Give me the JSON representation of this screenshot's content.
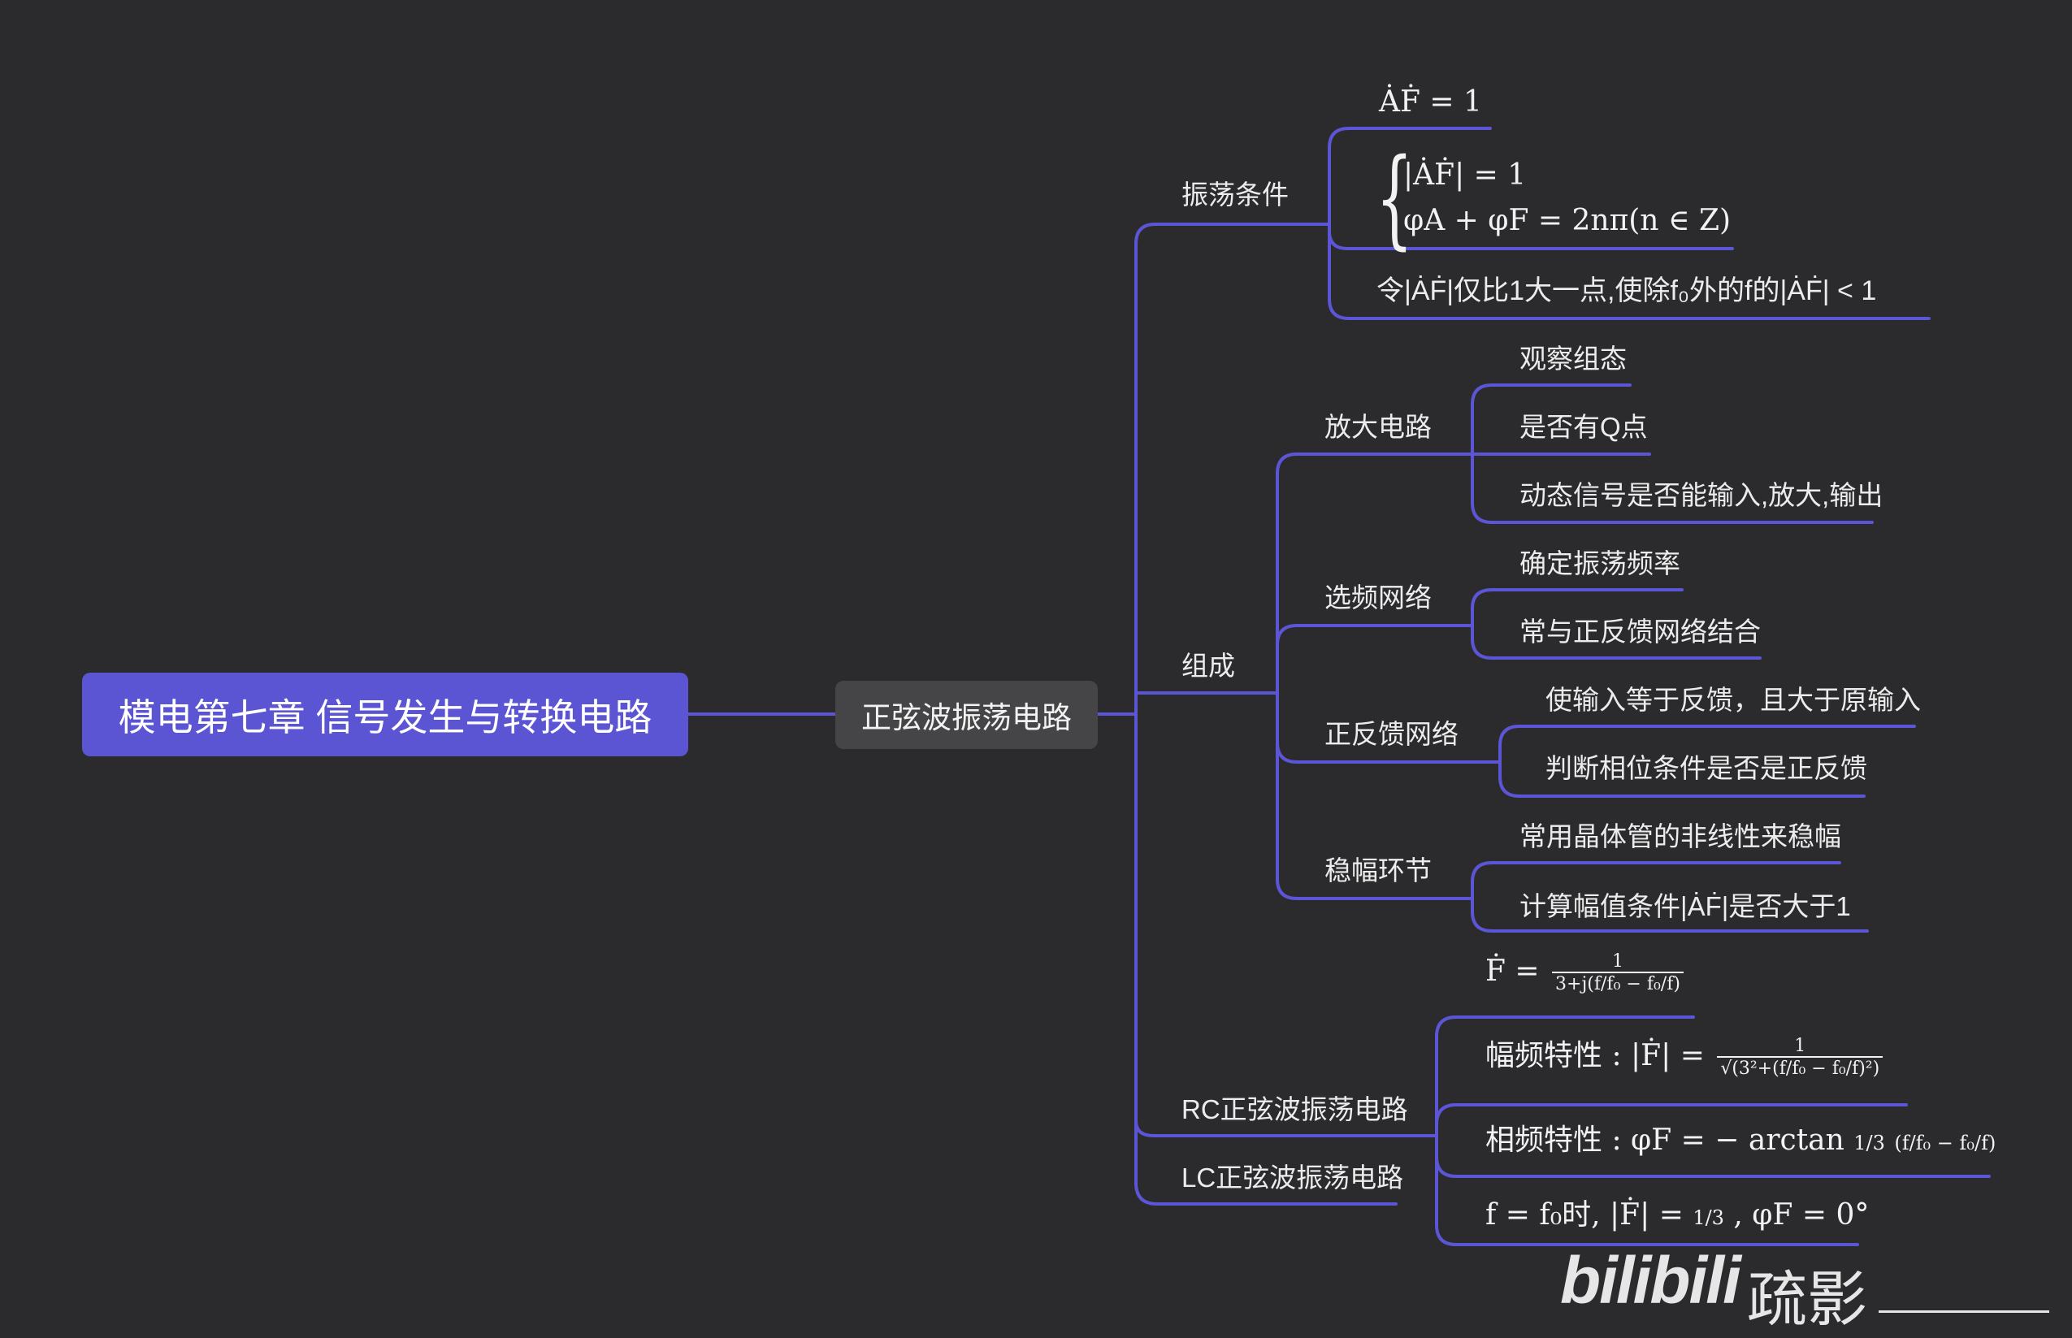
{
  "root": {
    "label": "模电第七章 信号发生与转换电路"
  },
  "main": {
    "label": "正弦波振荡电路"
  },
  "osc": {
    "label": "振荡条件",
    "eq1": "ȦḞ = 1",
    "eq2a": "|ȦḞ| = 1",
    "eq2b": "φA + φF = 2nπ(n ∈ Z)",
    "eq3": "令|ȦḞ|仅比1大一点,使除f₀外的f的|ȦḞ| < 1"
  },
  "comp": {
    "label": "组成",
    "amp": {
      "label": "放大电路",
      "items": [
        "观察组态",
        "是否有Q点",
        "动态信号是否能输入,放大,输出"
      ]
    },
    "sel": {
      "label": "选频网络",
      "items": [
        "确定振荡频率",
        "常与正反馈网络结合"
      ]
    },
    "pos": {
      "label": "正反馈网络",
      "items": [
        "使输入等于反馈，且大于原输入",
        "判断相位条件是否是正反馈"
      ]
    },
    "stab": {
      "label": "稳幅环节",
      "items": [
        "常用晶体管的非线性来稳幅",
        "计算幅值条件|ȦḞ|是否大于1"
      ]
    }
  },
  "rc": {
    "label": "RC正弦波振荡电路",
    "f_lhs": "Ḟ =",
    "f_num": "1",
    "f_den": "3+j(f/f₀ − f₀/f)",
    "mag_text": "幅频特性 : |Ḟ| =",
    "mag_num": "1",
    "mag_den": "√(3²+(f/f₀ − f₀/f)²)",
    "phase_text": "相频特性 : φF = − arctan",
    "phase_frac": "1/3",
    "phase_tail": "(f/f₀ − f₀/f)",
    "cond_a": "f = f₀时,",
    "cond_b": "|Ḟ| =",
    "cond_frac": "1/3",
    "cond_c": ", φF = 0°"
  },
  "lc": {
    "label": "LC正弦波振荡电路"
  },
  "watermark": {
    "logo": "bilibili",
    "name": "疏影"
  },
  "colors": {
    "line": "#5c56d6",
    "background": "#2b2b2e",
    "root": "#5b55d4",
    "sub": "#454547"
  }
}
